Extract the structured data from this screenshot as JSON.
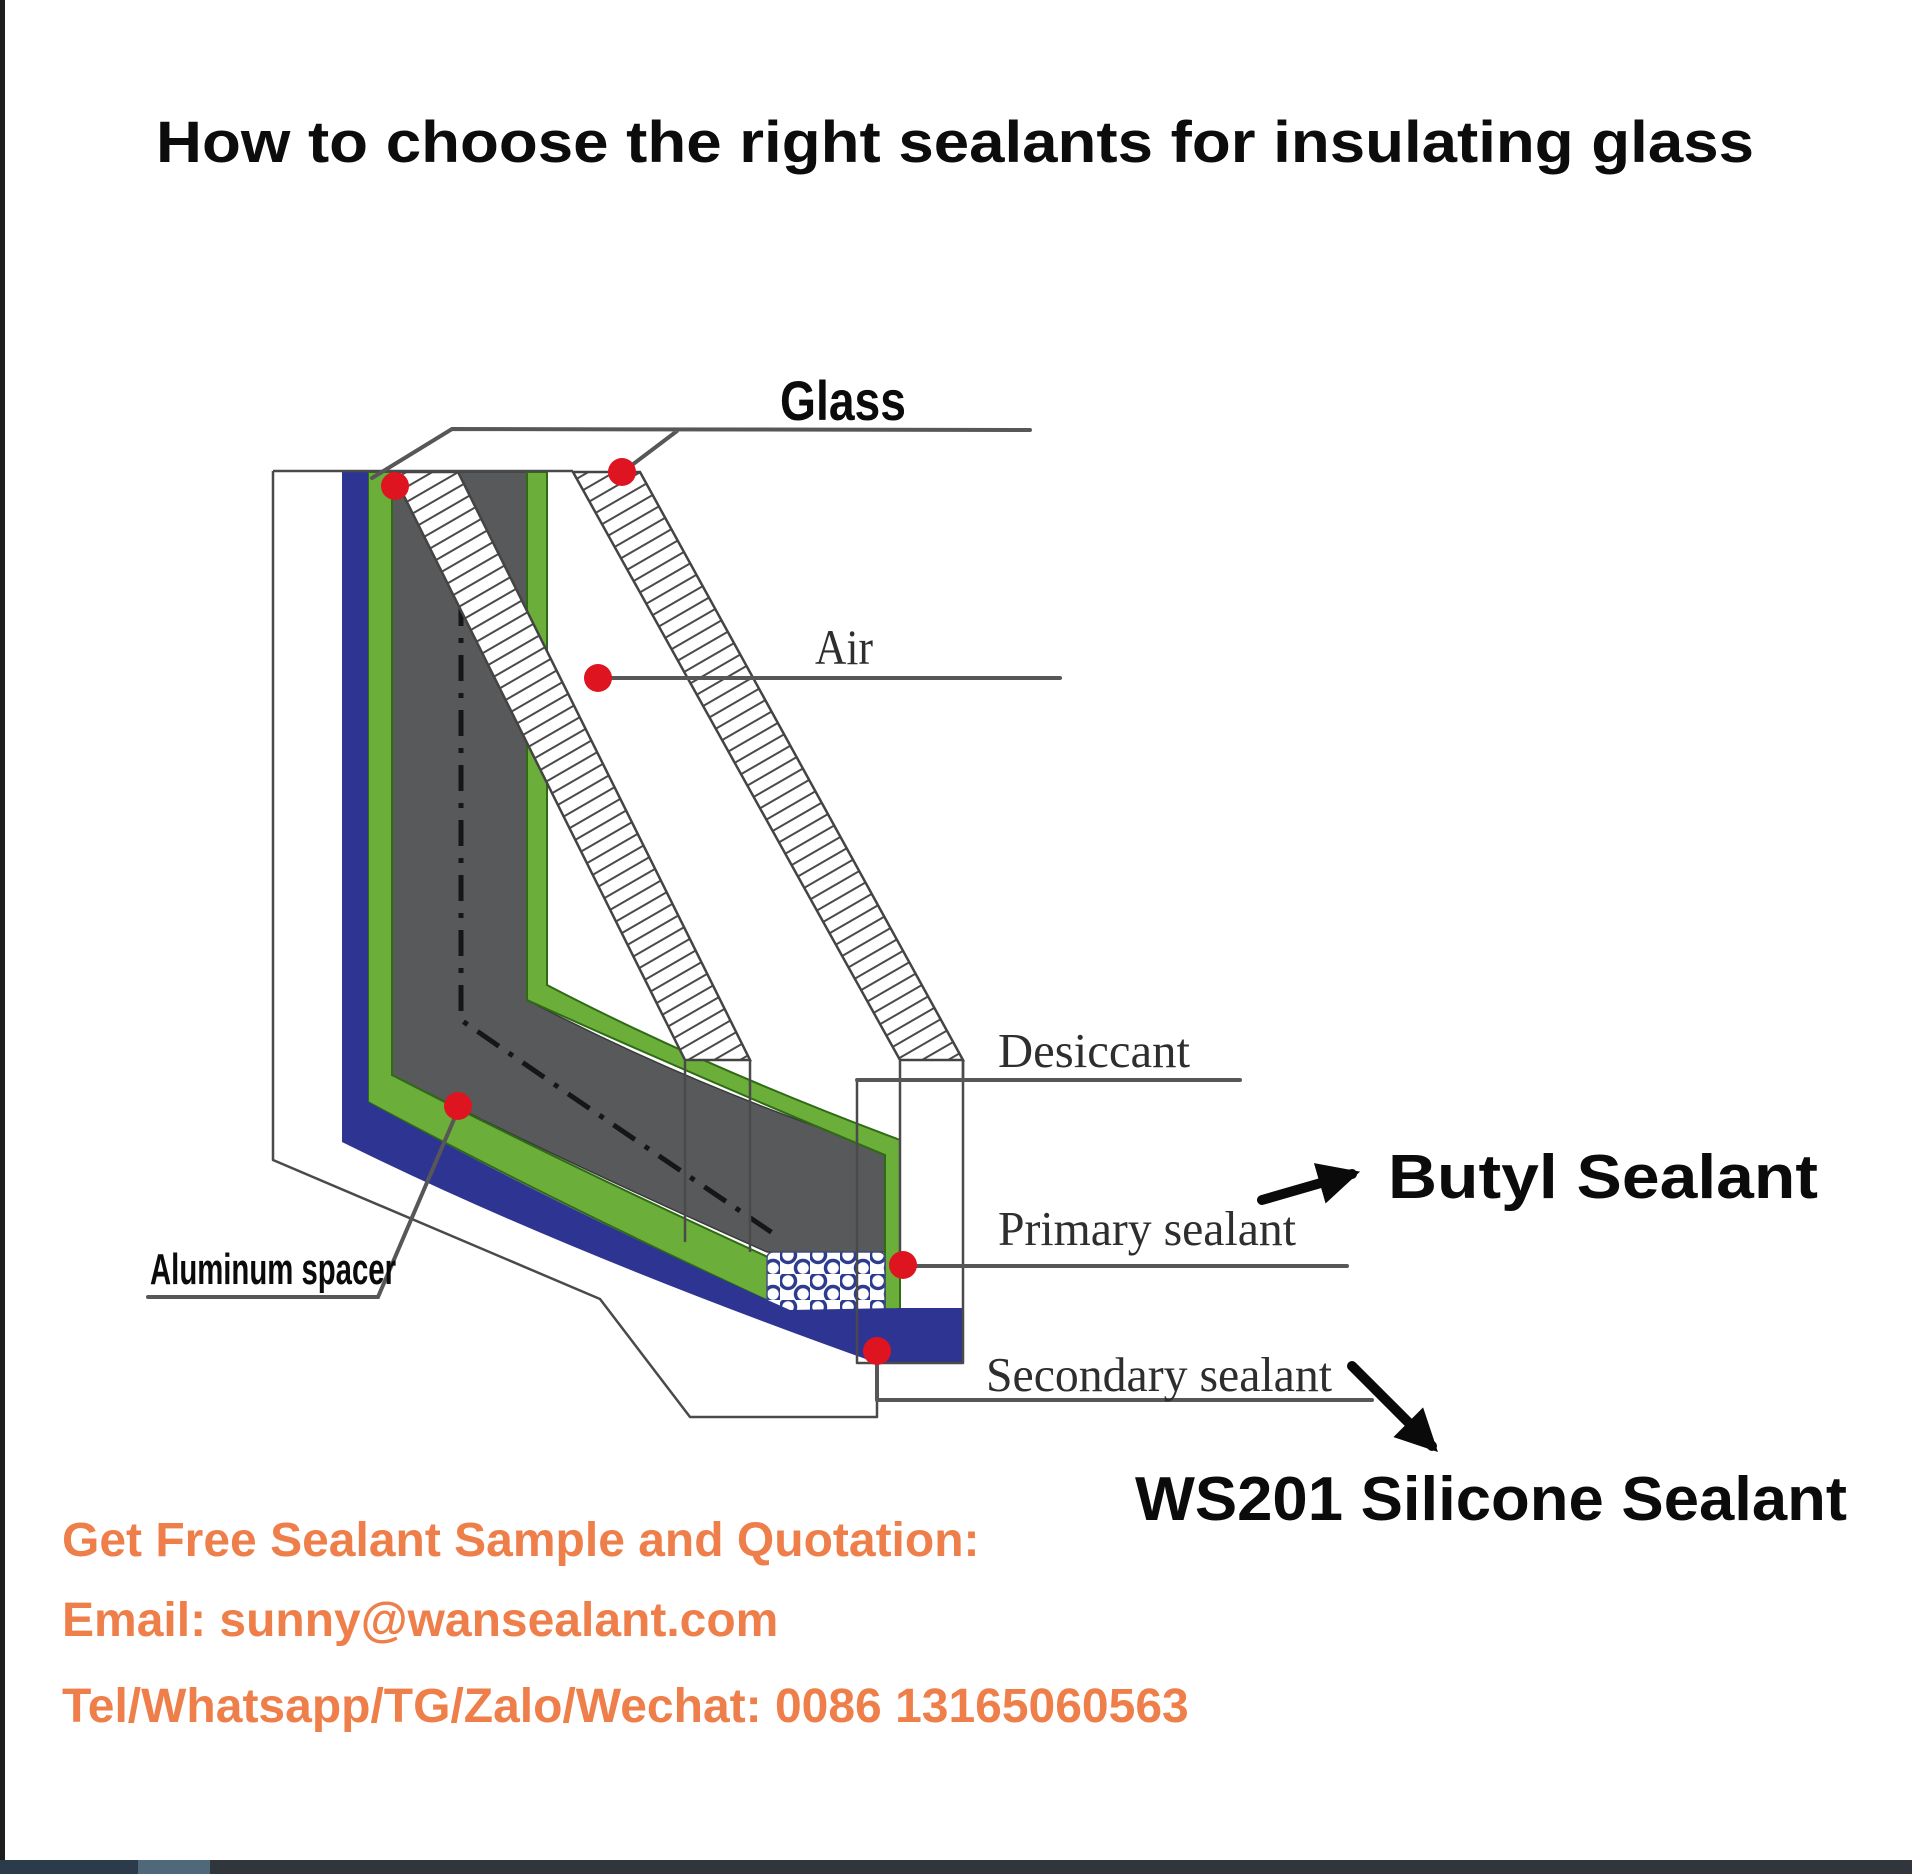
{
  "title": "How to choose the right sealants for insulating glass",
  "diagram": {
    "labels": {
      "glass": "Glass",
      "air": "Air",
      "desiccant": "Desiccant",
      "primary_sealant": "Primary sealant",
      "secondary_sealant": "Secondary sealant",
      "aluminum_spacer": "Aluminum spacer"
    },
    "annotations": {
      "butyl": "Butyl Sealant",
      "silicone": "WS201 Silicone Sealant"
    },
    "colors": {
      "sealant_blue": "#2e3492",
      "spacer_green": "#6cae3a",
      "spacer_green_dark": "#2f6b15",
      "interior_gray": "#58595b",
      "marker_red": "#df1421",
      "desiccant_dot_blue": "#2d3c8e",
      "line_gray": "#575757",
      "accent_orange": "#ee7f4a",
      "bottom_bar": "#30363c"
    }
  },
  "contact": {
    "heading": "Get Free Sealant Sample and Quotation:",
    "email_line": "Email: sunny@wansealant.com",
    "tel_line": "Tel/Whatsapp/TG/Zalo/Wechat: 0086 13165060563"
  }
}
